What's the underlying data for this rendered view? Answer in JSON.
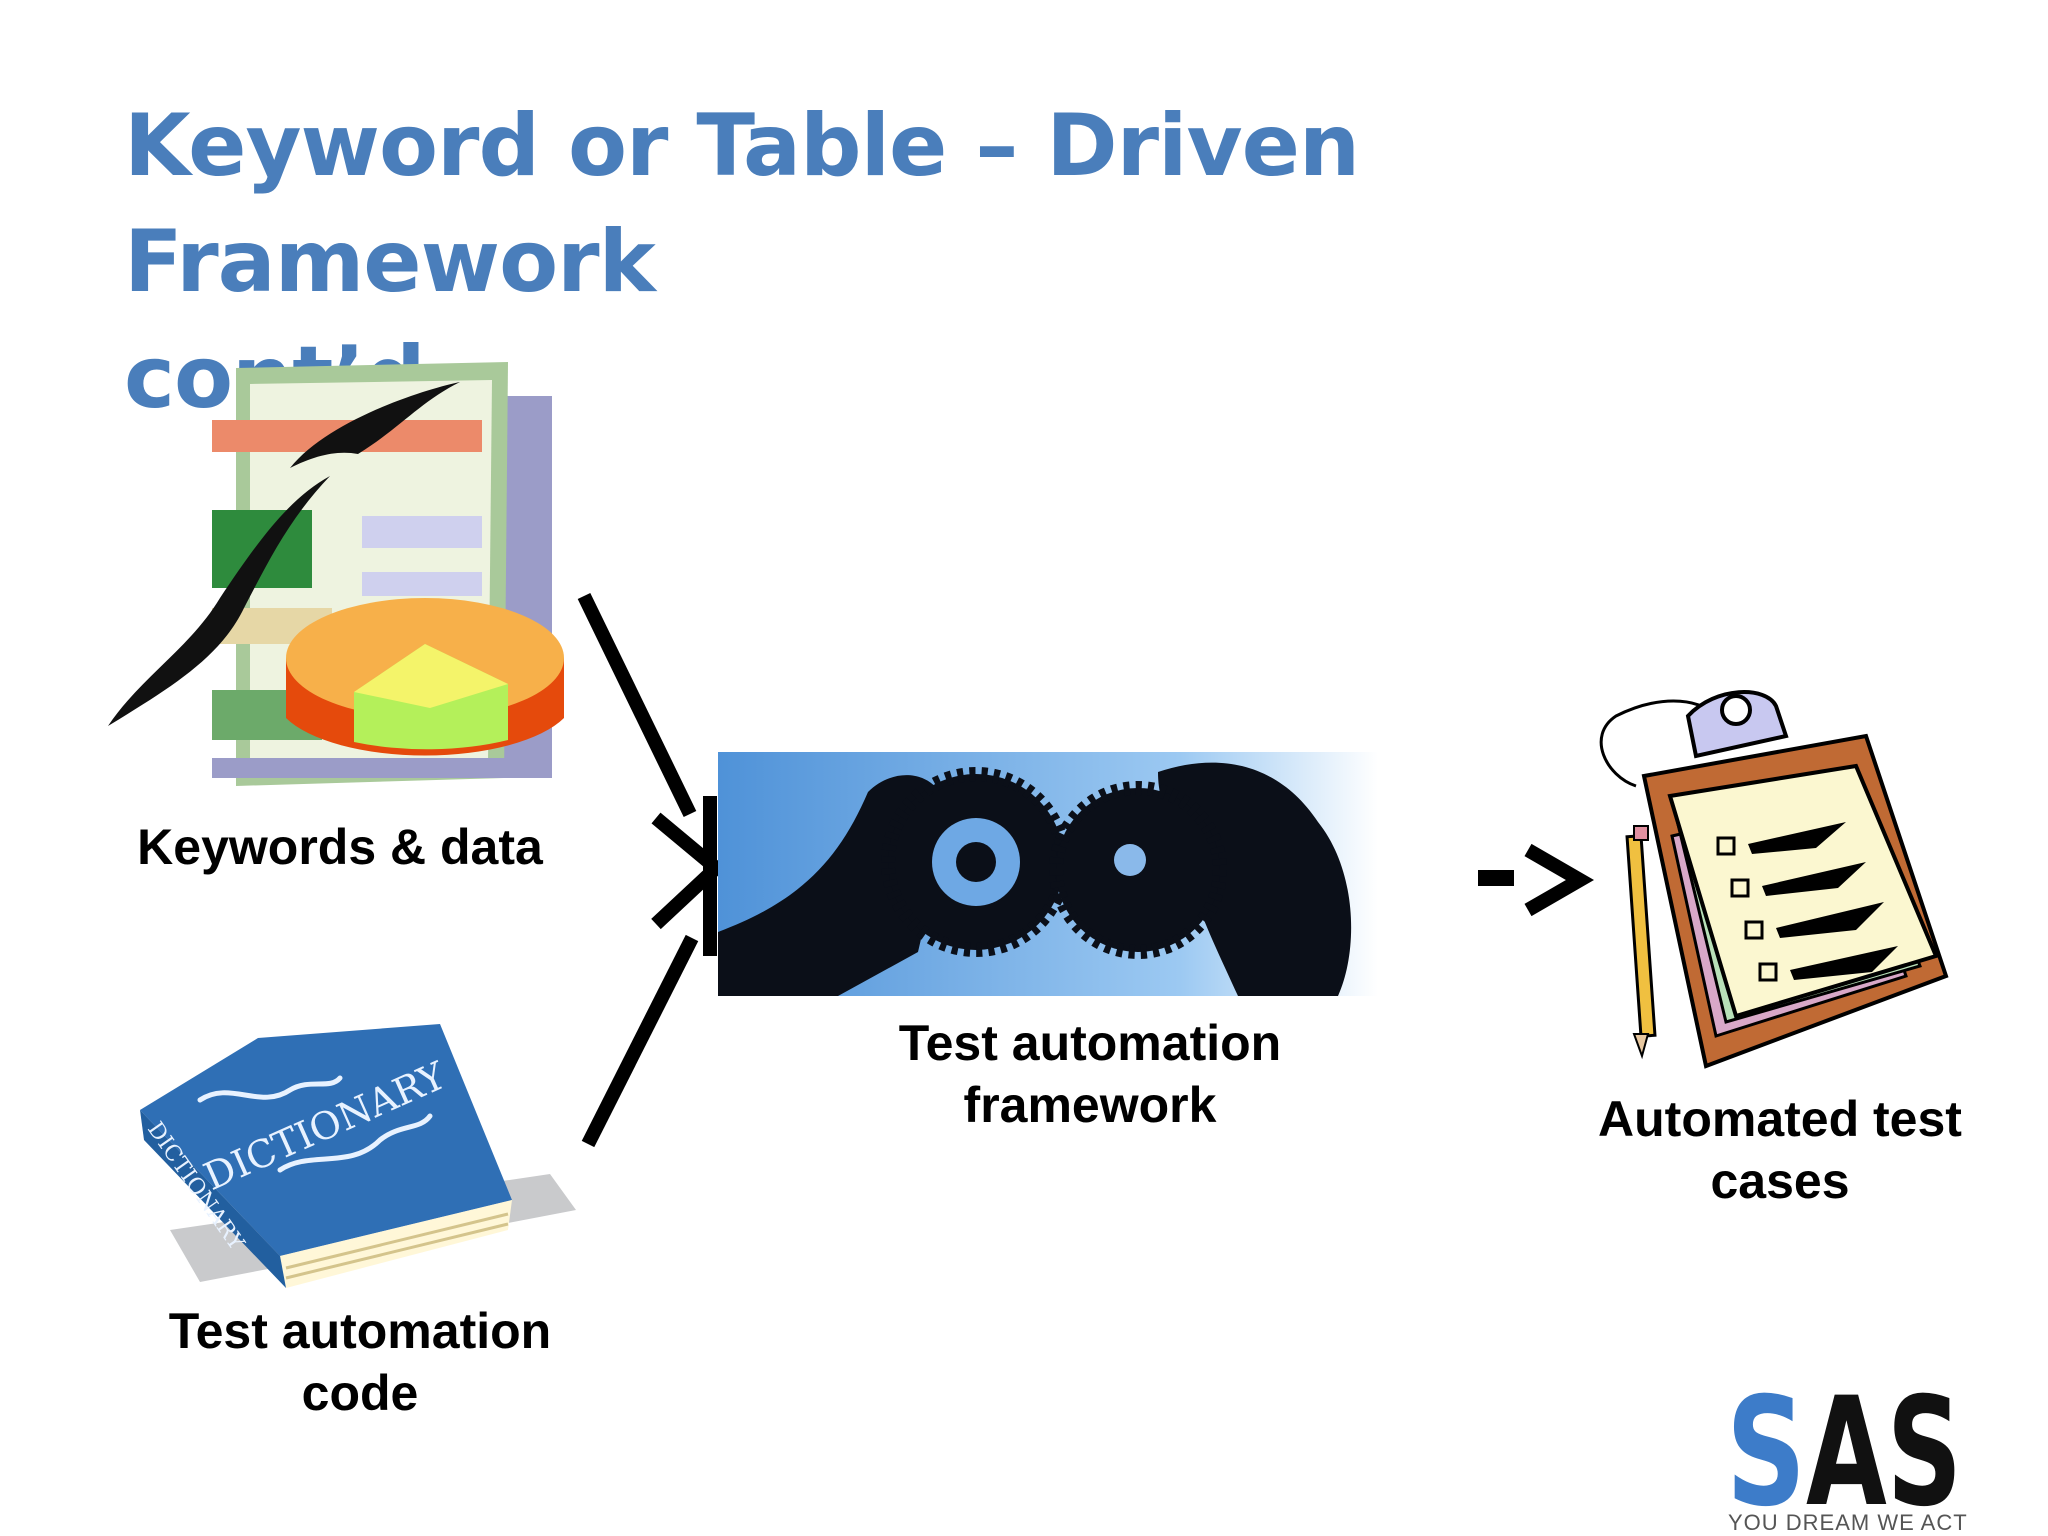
{
  "slide": {
    "title_line1": "Keyword or Table – Driven Framework",
    "title_line2": "cont’d"
  },
  "nodes": {
    "keywords": {
      "label": "Keywords & data",
      "icon": "spreadsheet-chart-icon"
    },
    "code": {
      "label_line1": "Test automation",
      "label_line2": "code",
      "icon": "dictionary-book-icon"
    },
    "framework": {
      "label_line1": "Test automation",
      "label_line2": "framework",
      "icon": "gears-hands-icon"
    },
    "cases": {
      "label_line1": "Automated test",
      "label_line2": "cases",
      "icon": "clipboard-checklist-icon"
    }
  },
  "arrow_text": "->",
  "logo": {
    "brand": "SAS",
    "tagline": "YOU DREAM WE ACT",
    "colors": {
      "blue": "#3d7cc9",
      "black": "#111111"
    }
  },
  "colors": {
    "title": "#4a7ebb"
  }
}
